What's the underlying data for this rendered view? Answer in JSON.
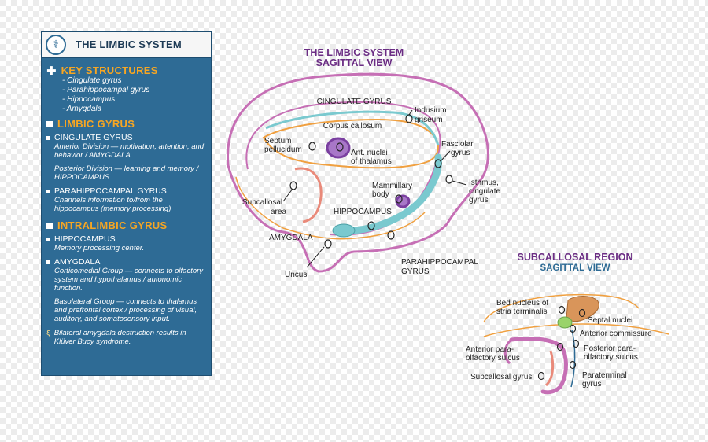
{
  "panel": {
    "title": "THE LIMBIC SYSTEM",
    "key": {
      "heading": "KEY  STRUCTURES",
      "items": [
        "- Cingulate gyrus",
        "- Parahippocampal gyrus",
        "- Hippocampus",
        "- Amygdala"
      ]
    },
    "limbic": {
      "heading": "LIMBIC GYRUS",
      "cingulate_head": "CINGULATE GYRUS",
      "cingulate_anterior": "Anterior Division — motivation, attention, and behavior / AMYGDALA",
      "cingulate_posterior": "Posterior Division — learning and memory / HIPPOCAMPUS",
      "para_head": "PARAHIPPOCAMPAL GYRUS",
      "para_text": "Channels information to/from the hippocampus (memory processing)"
    },
    "intralimbic": {
      "heading": "INTRALIMBIC GYRUS",
      "hippo_head": "HIPPOCAMPUS",
      "hippo_text": "Memory processing center.",
      "amyg_head": "AMYGDALA",
      "amyg_cortico": "Corticomedial Group — connects to olfactory system and hypothalamus / autonomic function.",
      "amyg_baso": "Basolateral Group — connects to thalamus and prefrontal cortex / processing of visual, auditory, and somatosensory input.",
      "note": "Bilateral amygdala destruction results in Klüver Bucy syndrome."
    }
  },
  "diagram1": {
    "title_line1": "THE LIMBIC SYSTEM",
    "title_line2": "SAGITTAL VIEW",
    "labels": {
      "cingulate": "CINGULATE GYRUS",
      "indusium1": "Indusium",
      "indusium2": "griseum",
      "corpus": "Corpus callosum",
      "septum1": "Septum",
      "septum2": "pellucidum",
      "nuclei1": "Ant. nuclei",
      "nuclei2": "of thalamus",
      "fasciolar1": "Fasciolar",
      "fasciolar2": "gyrus",
      "isthmus1": "Isthmus,",
      "isthmus2": "cingulate",
      "isthmus3": "gyrus",
      "mammillary1": "Mammillary",
      "mammillary2": "body",
      "subcallosal1": "Subcallosal",
      "subcallosal2": "area",
      "hippocampus": "HIPPOCAMPUS",
      "amygdala": "AMYGDALA",
      "parahippo1": "PARAHIPPOCAMPAL",
      "parahippo2": "GYRUS",
      "uncus": "Uncus"
    }
  },
  "diagram2": {
    "title_line1": "SUBCALLOSAL REGION",
    "title_line2": "SAGITTAL VIEW",
    "labels": {
      "bed1": "Bed nucleus of",
      "bed2": "stria terminalis",
      "septal": "Septal nuclei",
      "antcomm": "Anterior commissure",
      "antpara1": "Anterior para-",
      "antpara2": "olfactory sulcus",
      "postpara1": "Posterior para-",
      "postpara2": "olfactory sulcus",
      "subcallosal": "Subcallosal gyrus",
      "paraterminal1": "Paraterminal",
      "paraterminal2": "gyrus"
    }
  },
  "colors": {
    "panel_bg": "#2e6b95",
    "heading_orange": "#f6a623",
    "gyrus_pink": "#c66fb5",
    "inner_orange": "#f0a040",
    "teal": "#7ac9cf",
    "purple": "#7a3fa0",
    "title_purple": "#6b2d84",
    "title_blue": "#2e6b95",
    "subcallosal_salmon": "#e98a7a",
    "septal_brown": "#d9955a",
    "septal_green": "#9ad36a"
  },
  "icons": [
    "caduceus-icon",
    "plus-icon",
    "square-bullet-icon",
    "note-icon"
  ]
}
